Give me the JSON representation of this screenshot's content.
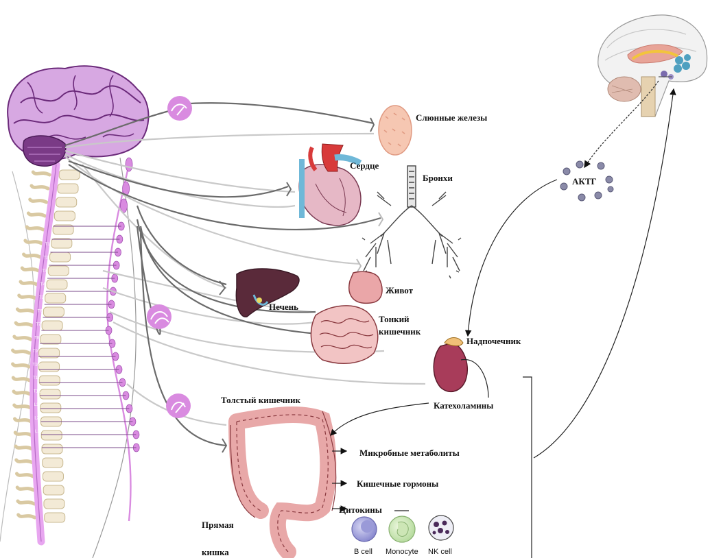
{
  "labels": {
    "salivary": "Слюнные железы",
    "heart": "Сердце",
    "bronchi": "Бронхи",
    "stomach": "Живот",
    "liver": "Печень",
    "small_intestine_1": "Тонкий",
    "small_intestine_2": "кишечник",
    "adrenal": "Надпочечник",
    "large_intestine": "Толстый кишечник",
    "catecholamines": "Катехоламины",
    "microbial": "Микробные метаболиты",
    "hormones": "Кишечные гормоны",
    "cytokines": "Цитокины",
    "rectum_1": "Прямая",
    "rectum_2": "кишка",
    "acth": "АКТГ",
    "b_cell": "B cell",
    "monocyte": "Monocyte",
    "nk_cell": "NK cell"
  },
  "vertebra_labels": [
    "T1",
    "T2",
    "T3",
    "T4",
    "T5",
    "T6",
    "T7",
    "T8",
    "T9",
    "T10",
    "T11",
    "T12",
    "L1",
    "L2",
    "L3"
  ],
  "colors": {
    "brain": "#c98ed8",
    "brain_dark": "#6b2a7a",
    "spine": "#e8a6f0",
    "ganglion": "#d98be0",
    "parasympathetic": "#c9c9c9",
    "sympathetic": "#6b6b6b",
    "heart": "#e6b8c6",
    "liver": "#5a2a3a",
    "intestine": "#f2c4c4",
    "adrenal": "#a83c5a"
  }
}
